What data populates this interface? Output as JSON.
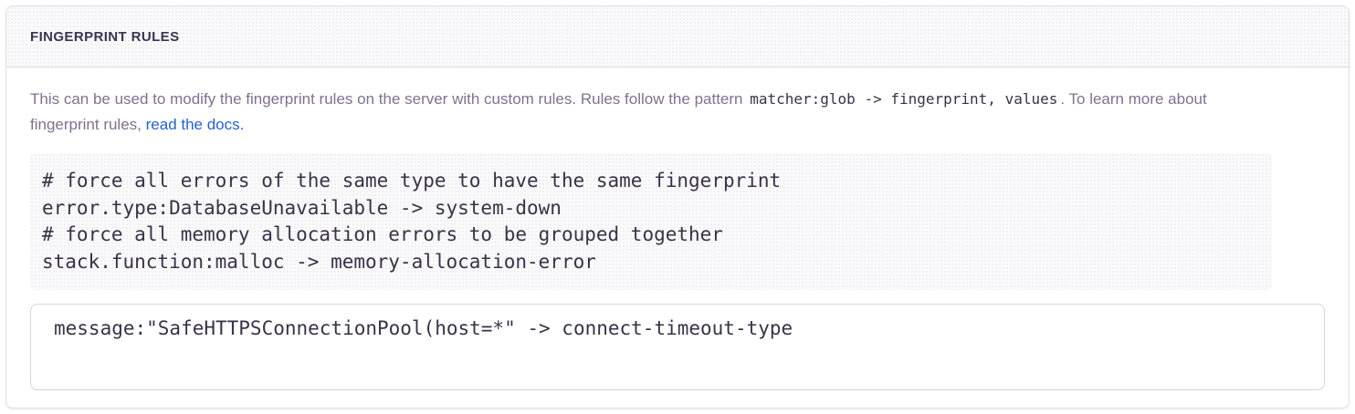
{
  "panel": {
    "title": "FINGERPRINT RULES",
    "description": {
      "part1": "This can be used to modify the fingerprint rules on the server with custom rules. Rules follow the pattern ",
      "inline_code": "matcher:glob -> fingerprint, values",
      "part2": ". To learn more about fingerprint rules, ",
      "link_label": "read the docs."
    },
    "example_code": "# force all errors of the same type to have the same fingerprint\nerror.type:DatabaseUnavailable -> system-down\n# force all memory allocation errors to be grouped together\nstack.function:malloc -> memory-allocation-error",
    "rules_input": {
      "value": "message:\"SafeHTTPSConnectionPool(host=*\" -> connect-timeout-type"
    }
  },
  "colors": {
    "link": "#2562d4",
    "heading": "#3d3451",
    "muted_text": "#80708f",
    "code_text": "#3a3247",
    "panel_border": "#e0dce5",
    "input_border": "#d8d2de",
    "header_background": "#fafafb"
  }
}
